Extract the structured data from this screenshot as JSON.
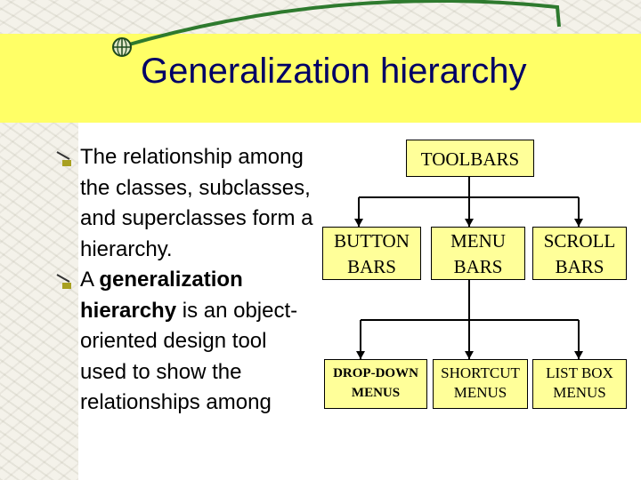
{
  "slide": {
    "title": "Generalization hierarchy",
    "colors": {
      "title_band": "#ffff66",
      "title_text": "#000066",
      "box_fill": "#ffff99",
      "arc": "#2e7a2e"
    }
  },
  "bullets": [
    {
      "text": "The relationship among the classes, subclasses, and superclasses form a hierarchy."
    },
    {
      "pre": "A ",
      "bold": "generalization hierarchy",
      "post": " is  an object-oriented design tool used to show the relationships among"
    }
  ],
  "diagram": {
    "root": "TOOLBARS",
    "level1": [
      {
        "line1": "BUTTON",
        "line2": "BARS"
      },
      {
        "line1": "MENU",
        "line2": "BARS"
      },
      {
        "line1": "SCROLL",
        "line2": "BARS"
      }
    ],
    "level2": [
      {
        "line1": "DROP-DOWN",
        "line2": "MENUS"
      },
      {
        "line1": "SHORTCUT",
        "line2": "MENUS"
      },
      {
        "line1": "LIST BOX",
        "line2": "MENUS"
      }
    ]
  },
  "icons": {
    "bullet": "bullet-mark-icon",
    "globe": "globe-icon"
  }
}
